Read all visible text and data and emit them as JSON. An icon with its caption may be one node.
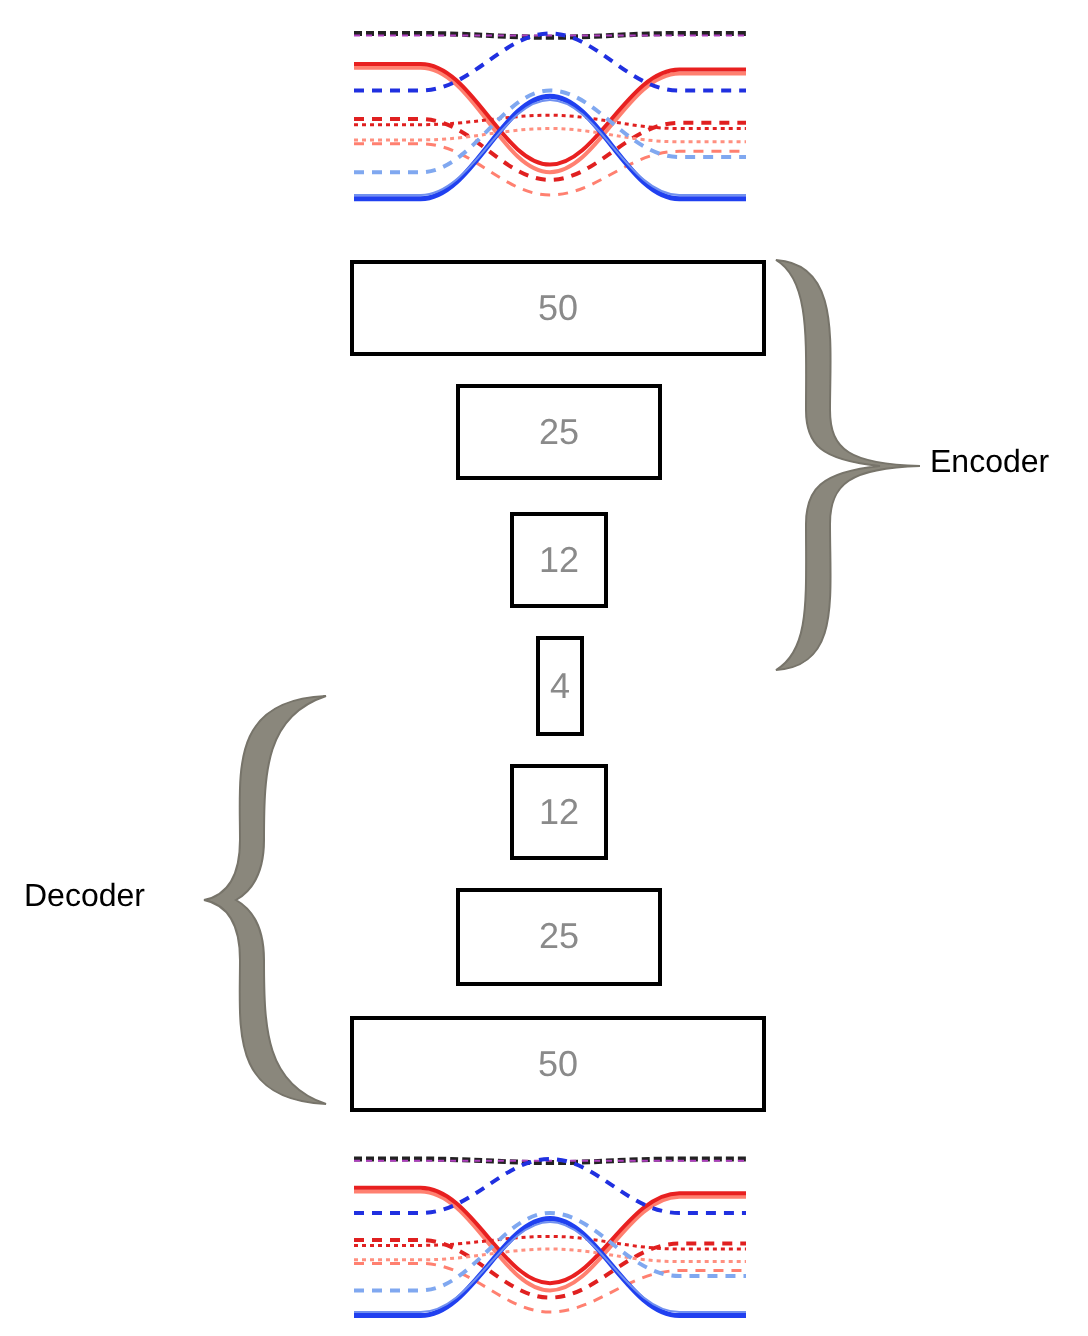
{
  "diagram": {
    "nodes": [
      {
        "text": [
          "50"
        ]
      },
      {
        "text": [
          "25"
        ]
      },
      {
        "text": [
          "12"
        ]
      },
      {
        "text": [
          "4"
        ]
      },
      {
        "text": [
          "12"
        ]
      },
      {
        "text": [
          "25"
        ]
      },
      {
        "text": [
          "50"
        ]
      },
      {
        "text": [],
        "shape": "brace"
      },
      {
        "text": [],
        "shape": "brace"
      }
    ],
    "labels": [
      "Encoder",
      "Decoder"
    ]
  }
}
